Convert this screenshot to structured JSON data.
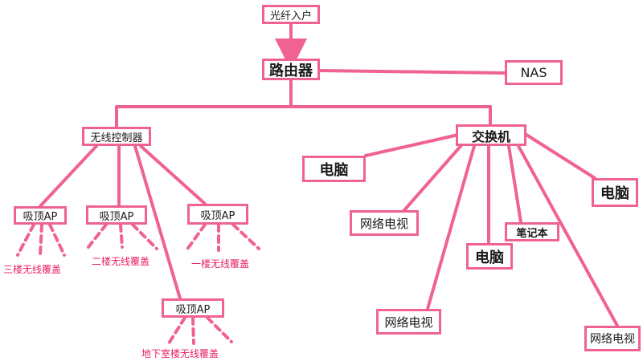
{
  "nodes": {
    "fiber": "光纤入户",
    "router": "路由器",
    "nas": "NAS",
    "wireless_controller": "无线控制器",
    "switch": "交换机",
    "ap1": "吸顶AP",
    "ap2": "吸顶AP",
    "ap3": "吸顶AP",
    "ap_basement": "吸顶AP",
    "pc1": "电脑",
    "pc2": "电脑",
    "pc3": "电脑",
    "tv1": "网络电视",
    "tv2": "网络电视",
    "tv3": "网络电视",
    "laptop": "笔记本"
  },
  "coverage": {
    "floor3": "三楼无线覆盖",
    "floor2": "二楼无线覆盖",
    "floor1": "一楼无线覆盖",
    "basement": "地下室楼无线覆盖"
  },
  "colors": {
    "line": "#f06292",
    "label": "#e91e63"
  }
}
